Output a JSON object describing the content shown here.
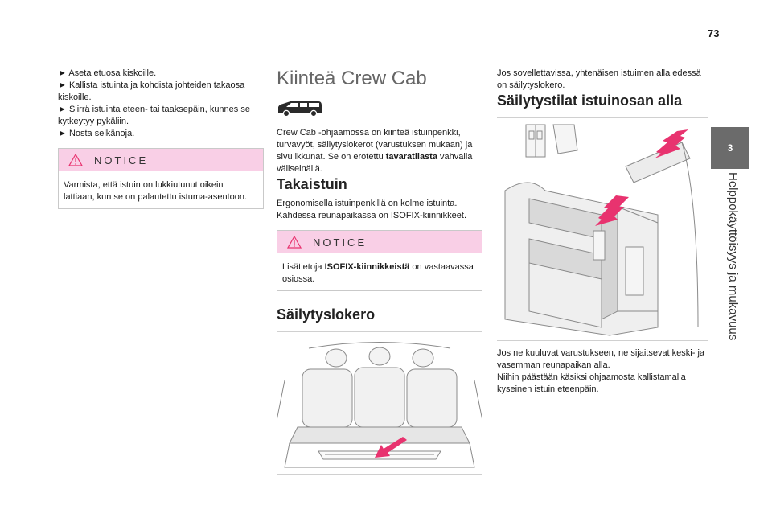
{
  "page_number": "73",
  "chapter": {
    "number": "3",
    "title": "Helppokäyttöisyys ja mukavuus"
  },
  "col1": {
    "bullets": [
      "► Aseta etuosa kiskoille.",
      "► Kallista istuinta ja kohdista johteiden takaosa kiskoille.",
      "► Siirrä istuinta eteen- tai taaksepäin, kunnes se kytkeytyy pykäliin.",
      "► Nosta selkänoja."
    ],
    "notice": {
      "label": "NOTICE",
      "text": "Varmista, että istuin on lukkiutunut oikein lattiaan, kun se on palautettu istuma-asentoon."
    }
  },
  "col2": {
    "heading": "Kiinteä Crew Cab",
    "intro_pre": "Crew Cab -ohjaamossa on kiinteä istuinpenkki, turvavyöt, säilytyslokerot (varustuksen mukaan) ja sivu ikkunat. Se on erotettu ",
    "intro_bold": "tavaratilasta",
    "intro_post": " vahvalla väliseinällä.",
    "rear_heading": "Takaistuin",
    "rear_text": "Ergonomisella istuinpenkillä on kolme istuinta. Kahdessa reunapaikassa on ISOFIX-kiinnikkeet.",
    "notice": {
      "label": "NOTICE",
      "text_pre": "Lisätietoja ",
      "text_bold": "ISOFIX-kiinnikkeistä",
      "text_post": " on vastaavassa osiossa."
    },
    "storage_heading": "Säilytyslokero"
  },
  "col3": {
    "intro": "Jos sovellettavissa, yhtenäisen istuimen alla edessä on säilytyslokero.",
    "heading": "Säilytystilat istuinosan alla",
    "text": "Jos ne kuuluvat varustukseen, ne sijaitsevat keski- ja vasemman reunapaikan alla.",
    "text2": "Niihin päästään käsiksi ohjaamosta kallistamalla kyseinen istuin eteenpäin."
  },
  "colors": {
    "notice_header": "#f9cfe6",
    "arrow": "#e8336f",
    "chapter_tab": "#6b6b6b"
  }
}
